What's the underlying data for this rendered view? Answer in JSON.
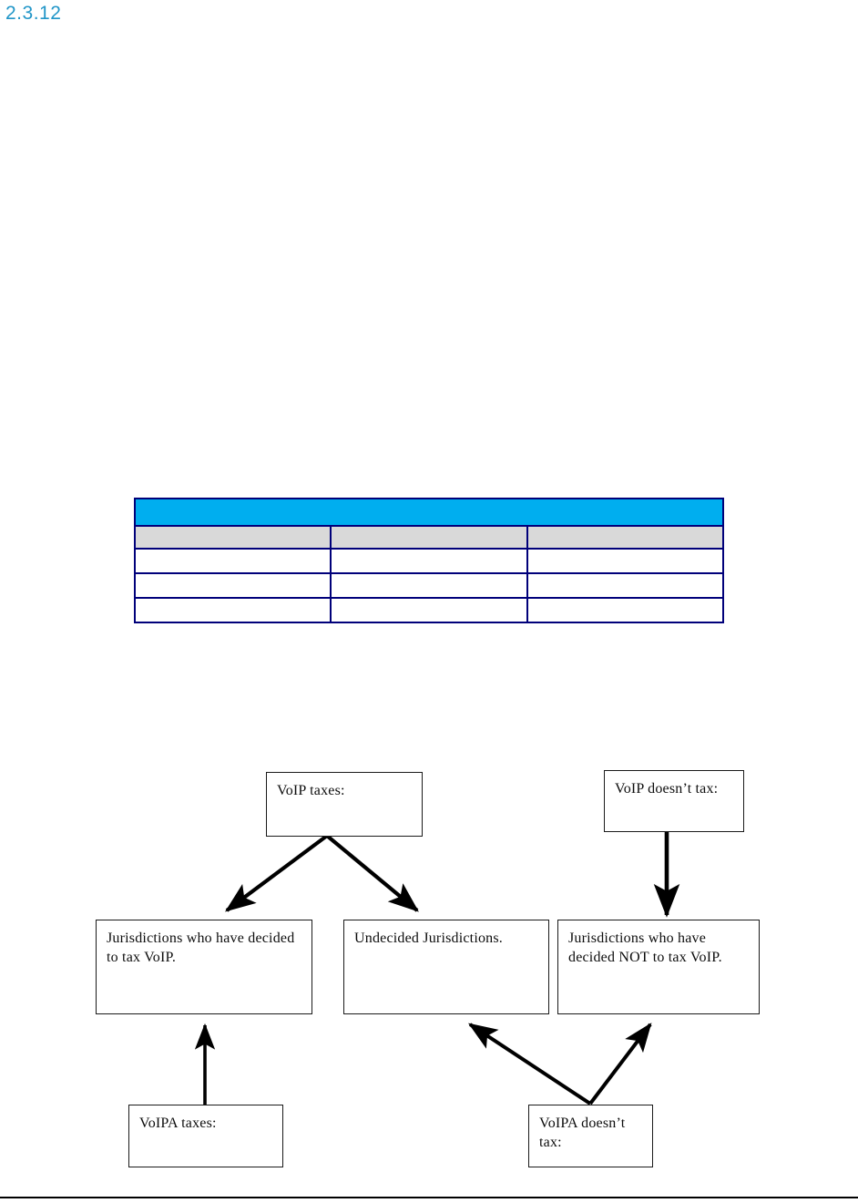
{
  "page": {
    "section_number": "2.3.12",
    "accent_color": "#2196c8"
  },
  "table": {
    "title_row_color": "#00aeef",
    "header_row_color": "#d9d9d9",
    "border_color": "#00007a",
    "title": "",
    "columns": [
      "",
      "",
      ""
    ],
    "rows": [
      [
        "",
        "",
        ""
      ],
      [
        "",
        "",
        ""
      ],
      [
        "",
        "",
        ""
      ]
    ]
  },
  "diagram": {
    "type": "flowchart",
    "nodes": {
      "voip_taxes": "VoIP taxes:",
      "voip_doesnt_tax": "VoIP doesn’t tax:",
      "decided_to_tax": "Jurisdictions who have decided to tax VoIP.",
      "undecided": "Undecided Jurisdictions.",
      "decided_not_to_tax": "Jurisdictions who have decided NOT to tax VoIP.",
      "voipa_taxes": "VoIPA taxes:",
      "voipa_doesnt_tax": "VoIPA doesn’t tax:"
    },
    "edges": [
      {
        "from": "voip_taxes",
        "to": "decided_to_tax"
      },
      {
        "from": "voip_taxes",
        "to": "undecided"
      },
      {
        "from": "voip_doesnt_tax",
        "to": "decided_not_to_tax"
      },
      {
        "from": "voipa_taxes",
        "to": "decided_to_tax"
      },
      {
        "from": "voipa_doesnt_tax",
        "to": "undecided"
      },
      {
        "from": "voipa_doesnt_tax",
        "to": "decided_not_to_tax"
      }
    ]
  }
}
